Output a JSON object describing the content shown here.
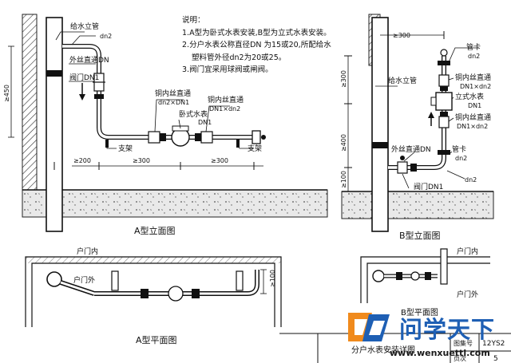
{
  "notes": {
    "heading": "说明：",
    "line1": "1.A型为卧式水表安装,B型为立式水表安装。",
    "line2a": "2.分户水表公称直径DN 为15或20,所配给水",
    "line2b": "塑料管外径dn2为20或25。",
    "line3": "3.阀门宜采用球阀或闸阀。"
  },
  "a_elev": {
    "title": "A型立面图",
    "riser": "给水立管",
    "dn2": "dn2",
    "male_coupling": "外丝直通DN",
    "valve": "阀门DN1",
    "copper_union_1": "铜内丝直通",
    "copper_union_1_spec": "dn2×DN1",
    "copper_union_2": "铜内丝直通",
    "copper_union_2_spec": "DN1×dn2",
    "meter": "卧式水表",
    "meter_spec": "DN1",
    "support_1": "支架",
    "support_2": "支架",
    "dim_450": "≥450",
    "dim_200": "≥200",
    "dim_300_1": "≥300",
    "dim_300_2": "≥300"
  },
  "b_elev": {
    "title": "B型立面图",
    "dim_300_top": "≥300",
    "dim_300_side": "≥300",
    "dim_400": "≥400",
    "dim_100": "≥100",
    "pipe_clip_1": "管卡",
    "pipe_clip_1_spec": "dn2",
    "riser": "给水立管",
    "copper_union_1": "铜内丝直通",
    "copper_union_1_spec": "DN1×dn2",
    "meter": "立式水表",
    "meter_spec": "DN1",
    "copper_union_2": "铜内丝直通",
    "copper_union_2_spec": "DN1×dn2",
    "male_coupling": "外丝直通DN",
    "pipe_clip_2": "管卡",
    "pipe_clip_2_spec": "dn2",
    "valve": "阀门DN1",
    "dn2": "dn2"
  },
  "a_plan": {
    "title": "A型平面图",
    "indoor": "户门内",
    "outdoor": "户门外",
    "dim_100": "≥100"
  },
  "b_plan": {
    "indoor": "户门内",
    "outdoor": "户门外",
    "title": "B型平面图"
  },
  "title_block": {
    "name": "分户水表安装详图",
    "atlas_label": "图集号",
    "atlas_no": "12YS2",
    "page_label": "页次",
    "page_no": "5"
  },
  "watermark": {
    "brand": "问学天下",
    "url": "www.wenxuetti.com"
  }
}
